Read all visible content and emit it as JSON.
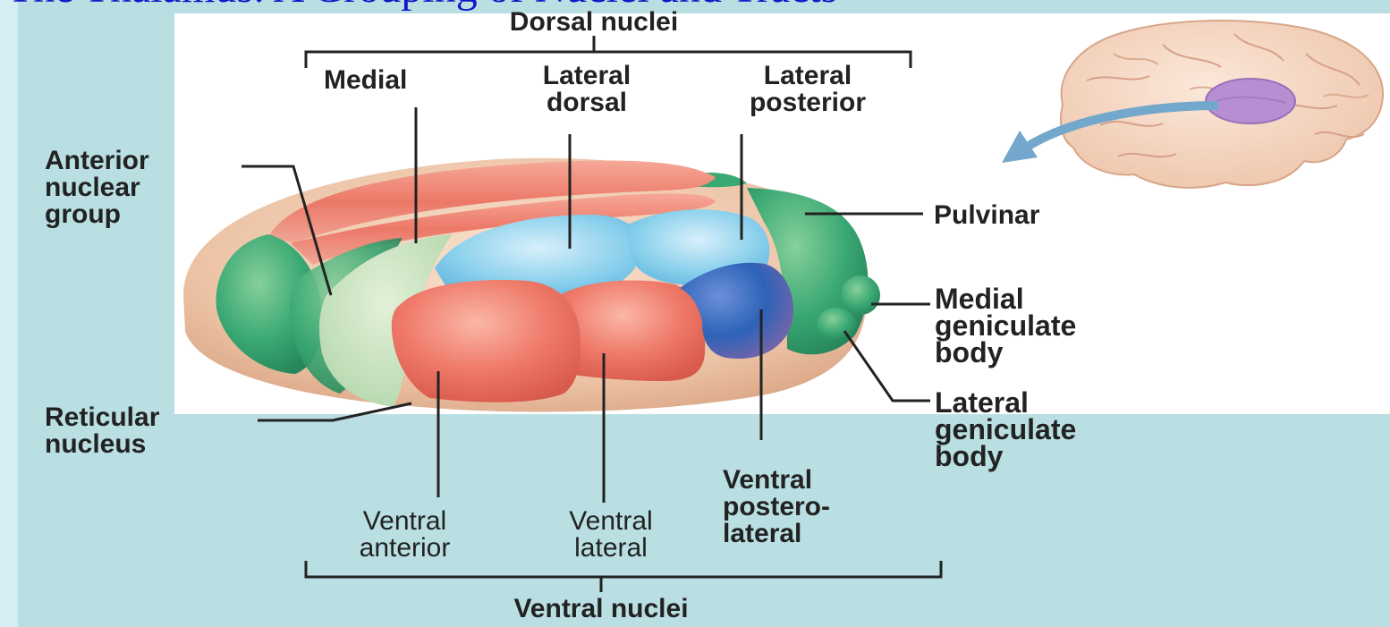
{
  "slide": {
    "title_fragment": "The Thalamus: A Grouping of Nuclei and Tracts"
  },
  "labels": {
    "dorsal_nuclei": "Dorsal nuclei",
    "medial": "Medial",
    "lateral_dorsal": "Lateral\ndorsal",
    "lateral_posterior": "Lateral\nposterior",
    "anterior_nuclear_group": "Anterior\nnuclear\ngroup",
    "pulvinar": "Pulvinar",
    "medial_geniculate_body": "Medial\ngeniculate\nbody",
    "lateral_geniculate_body": "Lateral\ngeniculate\nbody",
    "reticular_nucleus": "Reticular\nnucleus",
    "ventral_anterior": "Ventral\nanterior",
    "ventral_lateral": "Ventral\nlateral",
    "ventral_posterolateral": "Ventral\npostero-\nlateral",
    "ventral_nuclei": "Ventral nuclei"
  },
  "colors": {
    "slide_background": "#b9dfe3",
    "diagram_panel": "#ffffff",
    "title_text": "#1515c8",
    "pink_nuclei": "#ef7a6a",
    "light_blue_nuclei": "#8ad0ec",
    "dark_blue_nucleus": "#2d63b8",
    "green_nuclei": "#3aa873",
    "reticular_tan": "#ecc2a4",
    "leader_lines": "#222222"
  },
  "icons": {
    "brain_inset": "brain-icon",
    "direction_arrow": "arrow-icon"
  }
}
